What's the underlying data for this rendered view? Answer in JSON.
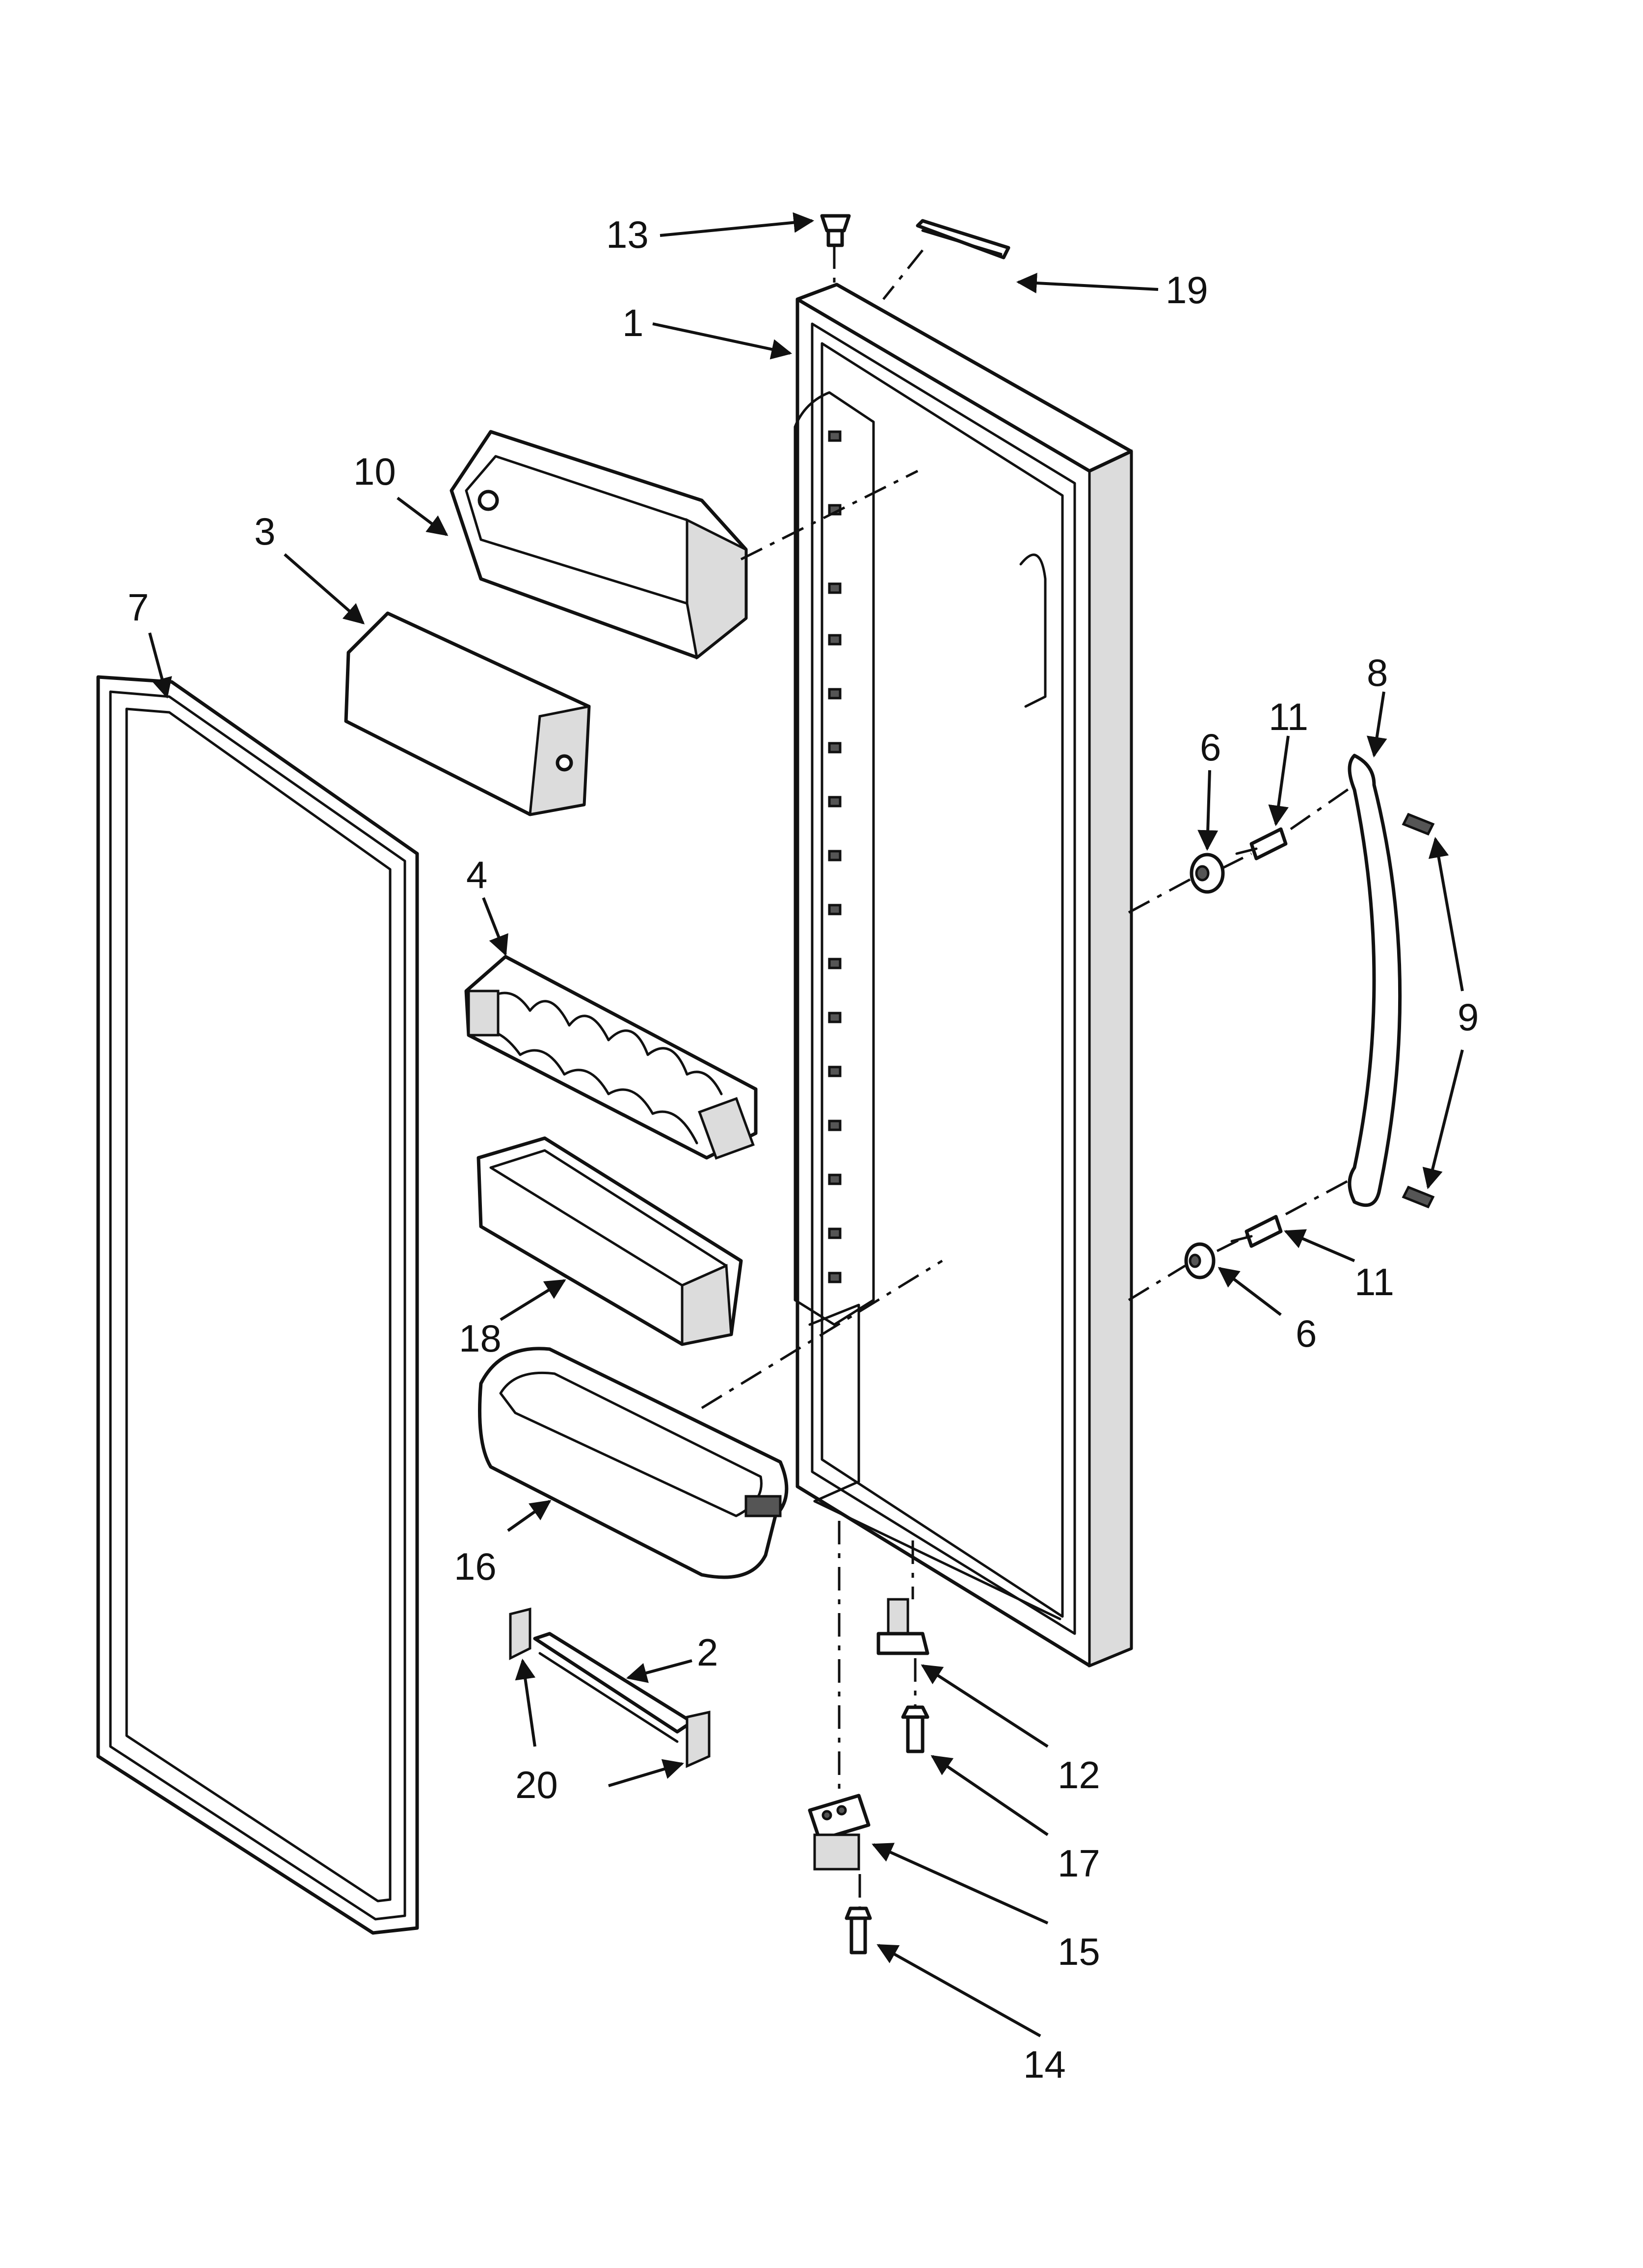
{
  "diagram": {
    "callouts": [
      {
        "id": "1",
        "label": "1"
      },
      {
        "id": "2",
        "label": "2"
      },
      {
        "id": "3",
        "label": "3"
      },
      {
        "id": "4",
        "label": "4"
      },
      {
        "id": "6a",
        "label": "6"
      },
      {
        "id": "6b",
        "label": "6"
      },
      {
        "id": "7",
        "label": "7"
      },
      {
        "id": "8",
        "label": "8"
      },
      {
        "id": "9",
        "label": "9"
      },
      {
        "id": "10",
        "label": "10"
      },
      {
        "id": "11a",
        "label": "11"
      },
      {
        "id": "11b",
        "label": "11"
      },
      {
        "id": "12",
        "label": "12"
      },
      {
        "id": "13",
        "label": "13"
      },
      {
        "id": "14",
        "label": "14"
      },
      {
        "id": "15",
        "label": "15"
      },
      {
        "id": "16",
        "label": "16"
      },
      {
        "id": "17",
        "label": "17"
      },
      {
        "id": "18",
        "label": "18"
      },
      {
        "id": "19",
        "label": "19"
      },
      {
        "id": "20",
        "label": "20"
      }
    ]
  }
}
